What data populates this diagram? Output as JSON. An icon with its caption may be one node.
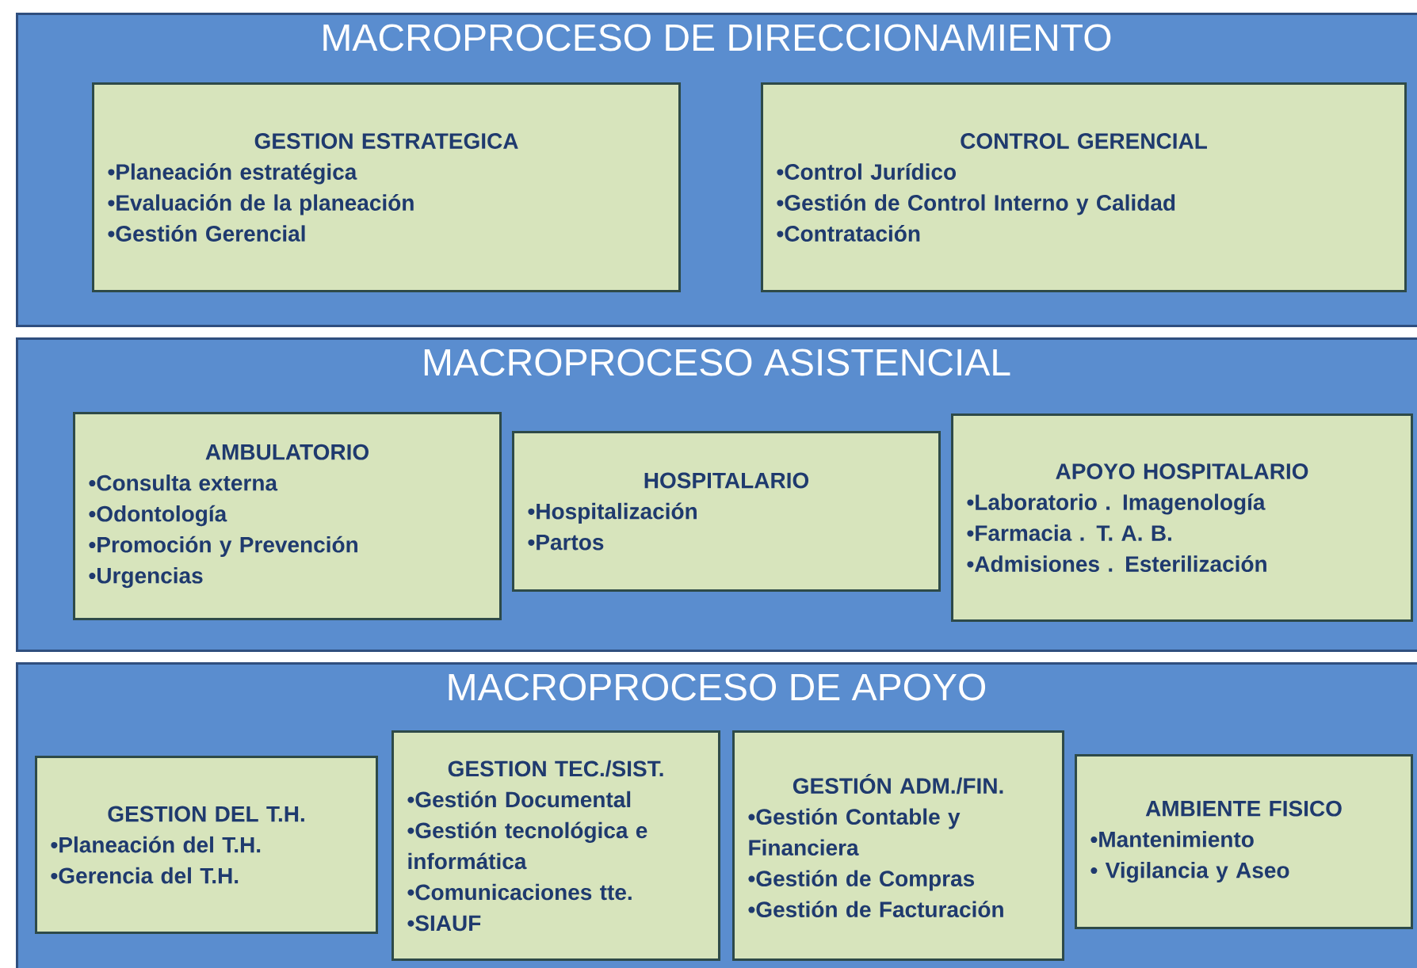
{
  "diagram": {
    "nodes": [
      {
        "text": [
          "MACROPROCESO  DE DIRECCIONAMIENTO"
        ]
      },
      {
        "text": [
          "GESTION ESTRATEGICA",
          "•Planeación estratégica",
          "•Evaluación de la planeación",
          "•Gestión Gerencial"
        ],
        "in": 0
      },
      {
        "text": [
          "CONTROL GERENCIAL",
          "•Control Jurídico",
          "•Gestión de Control Interno y Calidad",
          "•Contratación"
        ],
        "in": 0
      },
      {
        "text": [
          "MACROPROCESO  ASISTENCIAL"
        ]
      },
      {
        "text": [
          "AMBULATORIO",
          "•Consulta externa",
          "•Odontología",
          "•Promoción y Prevención",
          "•Urgencias"
        ],
        "in": 3
      },
      {
        "text": [
          "HOSPITALARIO",
          "•Hospitalización",
          "•Partos"
        ],
        "in": 3
      },
      {
        "text": [
          "APOYO HOSPITALARIO",
          "•Laboratorio . Imagenología",
          "•Farmacia . T. A. B.",
          "•Admisiones . Esterilización"
        ],
        "in": 3
      },
      {
        "text": [
          "MACROPROCESO  DE APOYO"
        ]
      },
      {
        "text": [
          "GESTION DEL T.H.",
          "•Planeación del T.H.",
          "•Gerencia del T.H."
        ],
        "in": 7
      },
      {
        "text": [
          "GESTION TEC./SIST.",
          "•Gestión Documental",
          "•Gestión tecnológica e informática",
          "•Comunicaciones tte.",
          "•SIAUF"
        ],
        "in": 7
      },
      {
        "text": [
          "GESTIÓN ADM./FIN.",
          "•Gestión Contable y Financiera",
          "•Gestión de Compras",
          "•Gestión de Facturación"
        ],
        "in": 7
      },
      {
        "text": [
          "AMBIENTE FISICO",
          "•Mantenimiento",
          "• Vigilancia y Aseo"
        ],
        "in": 7
      }
    ]
  }
}
